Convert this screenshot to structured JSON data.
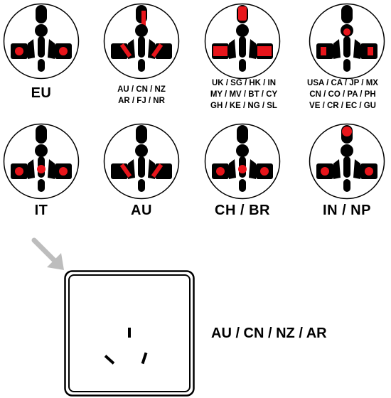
{
  "sockets": [
    {
      "label_lines": [
        "EU"
      ],
      "size": "big",
      "red": [
        "left-pin",
        "right-pin"
      ]
    },
    {
      "label_lines": [
        "AU / CN / NZ",
        "AR / FJ / NR"
      ],
      "size": "small",
      "red": [
        "top-slot-right",
        "left-slant",
        "right-slant"
      ]
    },
    {
      "label_lines": [
        "UK / SG / HK / IN",
        "MY / MV / BT / CY",
        "GH / KE / NG / SL"
      ],
      "size": "small",
      "red": [
        "top-rect",
        "left-rect",
        "right-rect"
      ]
    },
    {
      "label_lines": [
        "USA / CA / JP / MX",
        "CN / CO / PA / PH",
        "VE / CR / EC / GU"
      ],
      "size": "small",
      "red": [
        "middle-dot",
        "left-bar",
        "right-bar"
      ]
    },
    {
      "label_lines": [
        "IT"
      ],
      "size": "big",
      "red": [
        "left-pin",
        "center-pin",
        "right-pin"
      ]
    },
    {
      "label_lines": [
        "AU"
      ],
      "size": "big",
      "red": [
        "left-slant",
        "right-slant"
      ]
    },
    {
      "label_lines": [
        "CH / BR"
      ],
      "size": "big",
      "red": [
        "left-pin",
        "center-pin",
        "right-pin"
      ]
    },
    {
      "label_lines": [
        "IN / NP"
      ],
      "size": "big",
      "red": [
        "top-dot",
        "left-pin",
        "right-pin"
      ]
    }
  ],
  "panel": {
    "label": "AU / CN / NZ / AR"
  },
  "colors": {
    "accent": "#e8151b",
    "outline": "#000000",
    "arrow": "#bdbdbd"
  }
}
